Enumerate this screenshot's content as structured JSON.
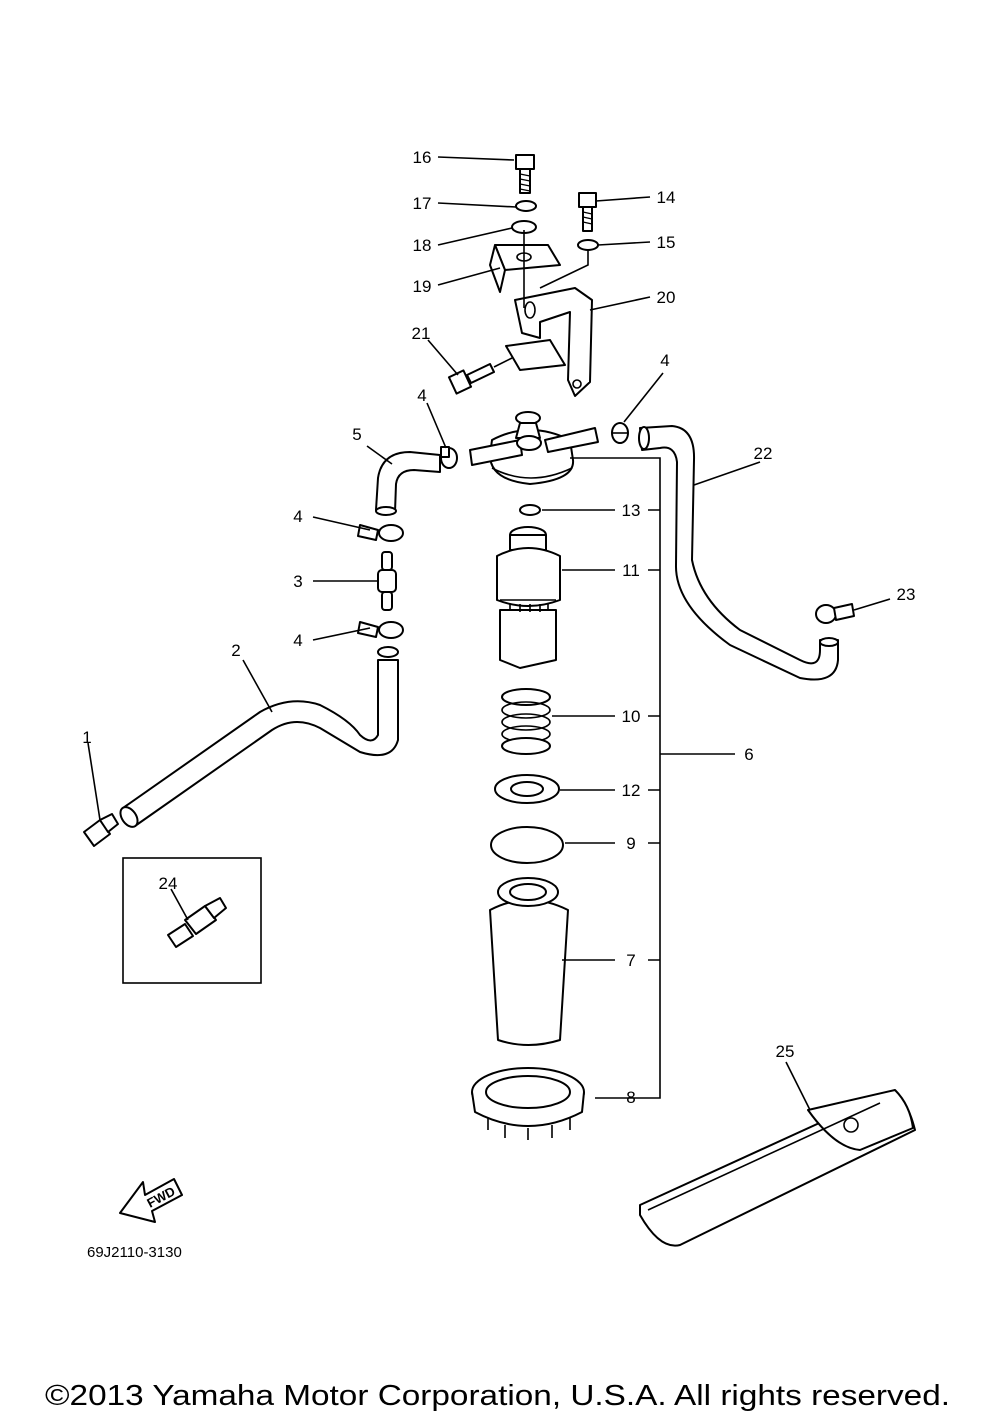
{
  "parts": [
    {
      "number": "1"
    },
    {
      "number": "2"
    },
    {
      "number": "3"
    },
    {
      "number": "4"
    },
    {
      "number": "5"
    },
    {
      "number": "6"
    },
    {
      "number": "7"
    },
    {
      "number": "8"
    },
    {
      "number": "9"
    },
    {
      "number": "10"
    },
    {
      "number": "11"
    },
    {
      "number": "12"
    },
    {
      "number": "13"
    },
    {
      "number": "14"
    },
    {
      "number": "15"
    },
    {
      "number": "16"
    },
    {
      "number": "17"
    },
    {
      "number": "18"
    },
    {
      "number": "19"
    },
    {
      "number": "20"
    },
    {
      "number": "21"
    },
    {
      "number": "22"
    },
    {
      "number": "23"
    },
    {
      "number": "24"
    },
    {
      "number": "25"
    }
  ],
  "fwd_label": "FWD",
  "diagram_code": "69J2110-3130",
  "copyright": "©2013 Yamaha Motor Corporation, U.S.A. All rights reserved."
}
